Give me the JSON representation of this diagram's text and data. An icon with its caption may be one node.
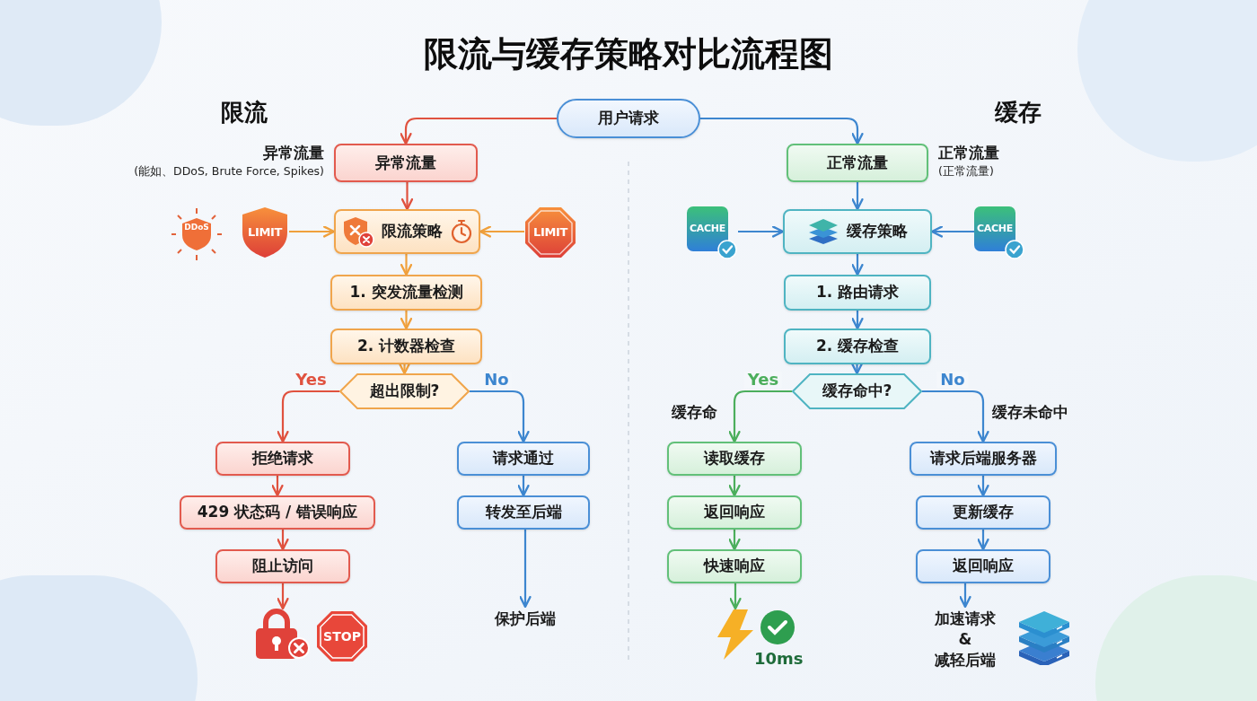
{
  "diagram": {
    "title": "限流与缓存策略对比流程图",
    "nodes": [
      {
        "text": [
          "用户请求"
        ]
      },
      {
        "text": [
          "异常流量"
        ],
        "beside": [
          "异常流量",
          "(能如、DDoS, Brute Force, Spikes)"
        ]
      },
      {
        "text": [
          "LIMIT"
        ]
      },
      {
        "text": [
          "限流策略"
        ]
      },
      {
        "text": [
          "LIMIT"
        ]
      },
      {
        "text": [
          "1. 突发流量检测"
        ]
      },
      {
        "text": [
          "2. 计数器检查"
        ]
      },
      {
        "text": [
          "超出限制?"
        ]
      },
      {
        "text": [
          "拒绝请求"
        ]
      },
      {
        "text": [
          "429 状态码 / 错误响应"
        ]
      },
      {
        "text": [
          "阻止访问"
        ]
      },
      {
        "text": [
          "请求通过"
        ]
      },
      {
        "text": [
          "转发至后端"
        ]
      },
      {
        "text": [
          "保护后端"
        ]
      },
      {
        "text": [
          "正常流量"
        ],
        "beside": [
          "正常流量",
          "(正常流量)"
        ]
      },
      {
        "text": [
          "CACHE"
        ]
      },
      {
        "text": [
          "缓存策略"
        ]
      },
      {
        "text": [
          "CACHE"
        ]
      },
      {
        "text": [
          "1. 路由请求"
        ]
      },
      {
        "text": [
          "2. 缓存检查"
        ]
      },
      {
        "text": [
          "缓存命中?"
        ]
      },
      {
        "text": [
          "读取缓存"
        ]
      },
      {
        "text": [
          "返回响应"
        ]
      },
      {
        "text": [
          "快速响应"
        ]
      },
      {
        "text": [
          "请求后端服务器"
        ]
      },
      {
        "text": [
          "更新缓存"
        ]
      },
      {
        "text": [
          "返回响应"
        ]
      },
      {
        "text": [
          "加速请求 & 减轻后端"
        ]
      },
      {
        "text": [],
        "shape": "lock"
      },
      {
        "text": [],
        "shape": "lightning"
      }
    ],
    "edges": [
      {
        "from": 0,
        "to": 1,
        "arrow": "to",
        "color": "#e0523f"
      },
      {
        "from": 1,
        "to": 3,
        "arrow": "to",
        "color": "#e0523f"
      },
      {
        "from": 2,
        "to": 3,
        "arrow": "to",
        "color": "#f0a03c"
      },
      {
        "from": 4,
        "to": 3,
        "arrow": "to",
        "color": "#f0a03c"
      },
      {
        "from": 3,
        "to": 5,
        "arrow": "to",
        "color": "#f0a03c"
      },
      {
        "from": 5,
        "to": 6,
        "arrow": "to",
        "color": "#f0a03c"
      },
      {
        "from": 6,
        "to": 7,
        "arrow": "to",
        "color": "#f0a03c"
      },
      {
        "from": 7,
        "to": 8,
        "arrow": "to",
        "label": "Yes",
        "color": "#e0523f"
      },
      {
        "from": 8,
        "to": 9,
        "arrow": "to",
        "color": "#e0523f"
      },
      {
        "from": 9,
        "to": 10,
        "arrow": "to",
        "color": "#e0523f"
      },
      {
        "from": 10,
        "to": 28,
        "arrow": "to",
        "color": "#e0523f"
      },
      {
        "from": 7,
        "to": 11,
        "arrow": "to",
        "label": "No"
      },
      {
        "from": 11,
        "to": 12,
        "arrow": "to"
      },
      {
        "from": 12,
        "to": 13,
        "arrow": "to"
      },
      {
        "from": 0,
        "to": 14,
        "arrow": "to"
      },
      {
        "from": 14,
        "to": 16,
        "arrow": "to"
      },
      {
        "from": 15,
        "to": 16,
        "arrow": "to"
      },
      {
        "from": 17,
        "to": 16,
        "arrow": "to"
      },
      {
        "from": 16,
        "to": 18,
        "arrow": "to"
      },
      {
        "from": 18,
        "to": 19,
        "arrow": "to"
      },
      {
        "from": 19,
        "to": 20,
        "arrow": "to"
      },
      {
        "from": 20,
        "to": 21,
        "arrow": "to",
        "label": "Yes",
        "color": "#4cae5c"
      },
      {
        "from": 21,
        "to": 22,
        "arrow": "to",
        "color": "#4cae5c"
      },
      {
        "from": 22,
        "to": 23,
        "arrow": "to",
        "color": "#4cae5c"
      },
      {
        "from": 23,
        "to": 29,
        "arrow": "to",
        "color": "#4cae5c"
      },
      {
        "from": 20,
        "to": 24,
        "arrow": "to",
        "label": "No"
      },
      {
        "from": 24,
        "to": 25,
        "arrow": "to"
      },
      {
        "from": 25,
        "to": 26,
        "arrow": "to"
      },
      {
        "from": 26,
        "to": 27,
        "arrow": "to"
      }
    ],
    "labels": [
      "限流",
      "缓存",
      "DDoS",
      "缓存命",
      "缓存未命中",
      "STOP",
      "10ms"
    ]
  }
}
